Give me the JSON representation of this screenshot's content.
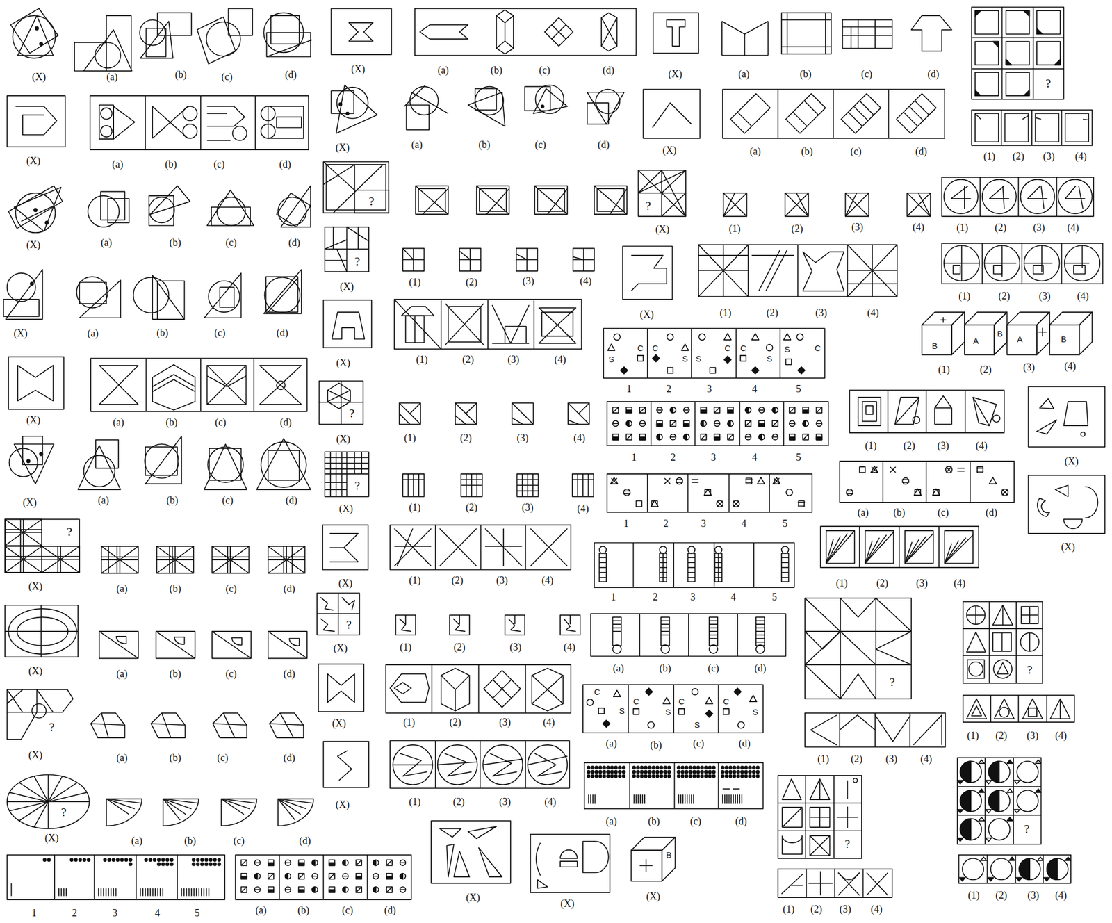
{
  "diagram": {
    "labels": [
      "(X)",
      "(a)",
      "(b)",
      "(c)",
      "(d)",
      "(X)",
      "(a)",
      "(b)",
      "(c)",
      "(d)",
      "(X)",
      "(a)",
      "(b)",
      "(c)",
      "(d)",
      "(X)",
      "(a)",
      "(b)",
      "(c)",
      "(d)",
      "(X)",
      "(a)",
      "(b)",
      "(c)",
      "(d)",
      "(X)",
      "(a)",
      "(b)",
      "(c)",
      "(d)",
      "?",
      "(X)",
      "(a)",
      "(b)",
      "(c)",
      "(d)",
      "(X)",
      "(a)",
      "(b)",
      "(c)",
      "(d)",
      "?",
      "(X)",
      "(a)",
      "(b)",
      "(c)",
      "(d)",
      "?",
      "(X)",
      "(a)",
      "(b)",
      "(c)",
      "(d)",
      "1",
      "2",
      "3",
      "4",
      "5",
      "(a)",
      "(b)",
      "(c)",
      "(d)",
      "(X)",
      "(a)",
      "(b)",
      "(c)",
      "(d)",
      "(X)",
      "(a)",
      "(b)",
      "(c)",
      "(d)",
      "?",
      "?",
      "(X)",
      "(1)",
      "(2)",
      "(3)",
      "(4)",
      "(X)",
      "(1)",
      "(2)",
      "(3)",
      "(4)",
      "?",
      "(X)",
      "(1)",
      "(2)",
      "(3)",
      "(4)",
      "?",
      "(X)",
      "(1)",
      "(2)",
      "(3)",
      "(4)",
      "(X)",
      "(1)",
      "(2)",
      "(3)",
      "(4)",
      "?",
      "(X)",
      "(1)",
      "(2)",
      "(3)",
      "(4)",
      "(X)",
      "(1)",
      "(2)",
      "(3)",
      "(4)",
      "(X)",
      "(1)",
      "(2)",
      "(3)",
      "(4)",
      "(X)",
      "(X)",
      "B",
      "(X)",
      "(X)",
      "(a)",
      "(b)",
      "(c)",
      "(d)",
      "(X)",
      "(a)",
      "(b)",
      "(c)",
      "(d)",
      "?",
      "(X)",
      "(1)",
      "(2)",
      "(3)",
      "(4)",
      "(X)",
      "(1)",
      "(2)",
      "(3)",
      "(4)",
      "C",
      "S",
      "C",
      "S",
      "C",
      "S",
      "C",
      "S",
      "S",
      "C",
      "1",
      "2",
      "3",
      "4",
      "5",
      "1",
      "2",
      "3",
      "4",
      "5",
      "1",
      "2",
      "3",
      "4",
      "5",
      "1",
      "2",
      "3",
      "4",
      "5",
      "(a)",
      "(b)",
      "(c)",
      "(d)",
      "C",
      "S",
      "C",
      "S",
      "C",
      "S",
      "C",
      "S",
      "(a)",
      "(b)",
      "(c)",
      "(d)",
      "(a)",
      "(b)",
      "(c)",
      "(d)",
      "?",
      "(1)",
      "(2)",
      "(3)",
      "(4)",
      "(1)",
      "(2)",
      "(3)",
      "(4)",
      "(1)",
      "(2)",
      "(3)",
      "(4)",
      "B",
      "A",
      "B",
      "A",
      "B",
      "(1)",
      "(2)",
      "(3)",
      "(4)",
      "(1)",
      "(2)",
      "(3)",
      "(4)",
      "(X)",
      "(a)",
      "(b)",
      "(c)",
      "(d)",
      "(X)",
      "(1)",
      "(2)",
      "(3)",
      "(4)",
      "?",
      "(1)",
      "(2)",
      "(3)",
      "(4)",
      "?",
      "(1)",
      "(2)",
      "(3)",
      "(4)",
      "?",
      "(1)",
      "(2)",
      "(3)",
      "(4)",
      "?",
      "(1)",
      "(2)",
      "(3)",
      "(4)"
    ]
  }
}
